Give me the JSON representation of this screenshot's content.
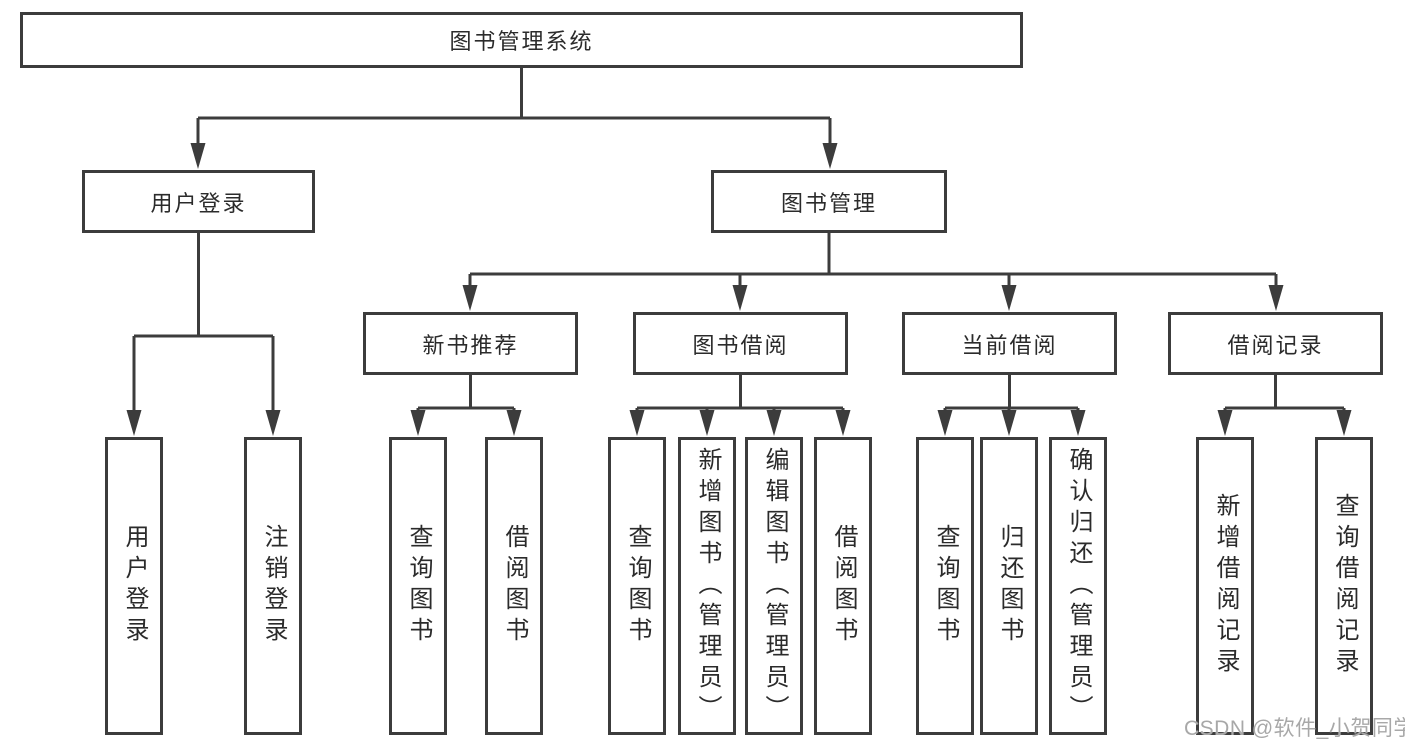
{
  "diagram": {
    "root": {
      "label": "图书管理系统"
    },
    "level2": {
      "user_login": {
        "label": "用户登录"
      },
      "book_management": {
        "label": "图书管理"
      }
    },
    "level3": {
      "new_book_recommend": {
        "label": "新书推荐"
      },
      "book_borrowing": {
        "label": "图书借阅"
      },
      "current_borrowing": {
        "label": "当前借阅"
      },
      "borrowing_records": {
        "label": "借阅记录"
      }
    },
    "leaves": {
      "user_login": {
        "label": "用户登录"
      },
      "logout": {
        "label": "注销登录"
      },
      "recommend_query_books": {
        "label": "查询图书"
      },
      "recommend_borrow_books": {
        "label": "借阅图书"
      },
      "borrowing_query_books": {
        "label": "查询图书"
      },
      "add_books_admin": {
        "label": "新增图书（管理员）"
      },
      "edit_books_admin": {
        "label": "编辑图书（管理员）"
      },
      "borrowing_borrow_books": {
        "label": "借阅图书"
      },
      "current_query_books": {
        "label": "查询图书"
      },
      "return_books": {
        "label": "归还图书"
      },
      "confirm_return_admin": {
        "label": "确认归还（管理员）"
      },
      "add_borrow_record": {
        "label": "新增借阅记录"
      },
      "query_borrow_record": {
        "label": "查询借阅记录"
      }
    }
  },
  "watermark": {
    "text": "CSDN @软件_小贺同学",
    "color": "#a8a8a8"
  },
  "colors": {
    "line": "#3c3c3c",
    "border": "#3c3c3c",
    "text": "#2b2b2b",
    "background": "#ffffff"
  }
}
